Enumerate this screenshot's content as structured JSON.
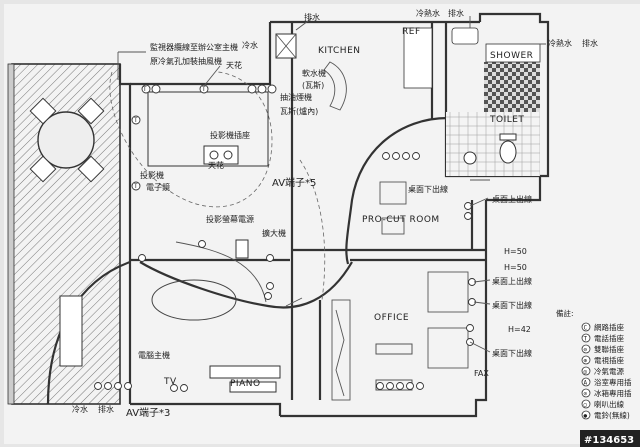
{
  "labels": {
    "drain_top": "排水",
    "cold_hot_water_top_right": "冷熱水",
    "drain_top_right": "排水",
    "cold_water_left": "冷水",
    "kitchen": "KITCHEN",
    "ref": "REF",
    "shower": "SHOWER",
    "cold_hot_water_right": "冷熱水",
    "drain_right": "排水",
    "toilet": "TOILET",
    "monitor_note": "監視器纜線至辦公室主機",
    "air_purifier_note": "原冷氣孔加裝抽風機",
    "ceiling": "天花",
    "water_softener": "軟水機",
    "water_heater": "(瓦斯)",
    "vent_note": "抽油煙機",
    "gas_note": "瓦斯(爐內)",
    "projector_socket": "投影機插座",
    "projector_device": "投影機",
    "electronic_display": "電子鏡",
    "ceiling_socket": "天花",
    "av_top": "AV端子*5",
    "pro_cut_room": "PRO-CUT ROOM",
    "floor_outlet_1": "桌面下出線",
    "floor_outlet_2": "桌面上出線",
    "projector_screen": "投影螢幕電源",
    "amplifier": "擴大機",
    "h50_a": "H=50",
    "h50_b": "H=50",
    "floor_outlet_3": "桌面上出線",
    "floor_outlet_4": "桌面下出線",
    "office": "OFFICE",
    "h42": "H=42",
    "floor_outlet_5": "桌面下出線",
    "fax": "FAX",
    "computer_host": "電腦主機",
    "tv": "TV",
    "piano": "PIANO",
    "cold_water_bottom": "冷水",
    "drain_bottom": "排水",
    "av_bottom": "AV端子*3",
    "watermark": "#134653"
  },
  "legend": {
    "title": "備註:",
    "items": [
      {
        "symbol": "C",
        "text": "網路插座"
      },
      {
        "symbol": "T",
        "text": "電話插座"
      },
      {
        "symbol": "⊖",
        "text": "雙聯插座"
      },
      {
        "symbol": "⊕",
        "text": "電視插座"
      },
      {
        "symbol": "◎",
        "text": "冷氣電源"
      },
      {
        "symbol": "A",
        "text": "浴室專用插"
      },
      {
        "symbol": "⊙",
        "text": "冰箱專用插"
      },
      {
        "symbol": "○",
        "text": "喇叭出線"
      },
      {
        "symbol": "●",
        "text": "電鈴(無線)"
      }
    ]
  }
}
